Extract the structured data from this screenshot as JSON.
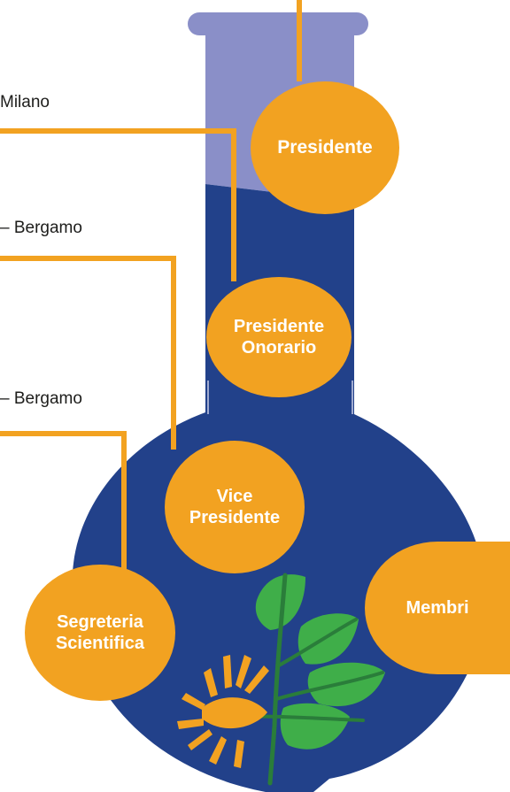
{
  "colors": {
    "flask_top": "#8a8fc8",
    "flask_body": "#22418a",
    "node_fill": "#f2a221",
    "connector": "#f2a221",
    "leaf": "#3fae49",
    "leaf_dark": "#2f8a3c",
    "stem": "#2a7d3a",
    "sun": "#f2a221",
    "text": "#1d1d1b"
  },
  "labels": {
    "frag_1": "Milano",
    "frag_2": "– Bergamo",
    "frag_3": "– Bergamo"
  },
  "nodes": {
    "presidente": "Presidente",
    "presidente_onorario_line1": "Presidente",
    "presidente_onorario_line2": "Onorario",
    "vice_presidente_line1": "Vice",
    "vice_presidente_line2": "Presidente",
    "segreteria_line1": "Segreteria",
    "segreteria_line2": "Scientifica",
    "membri": "Membri"
  },
  "icons": {
    "flask": "flask-icon",
    "plant": "plant-icon",
    "sun": "sun-icon"
  }
}
